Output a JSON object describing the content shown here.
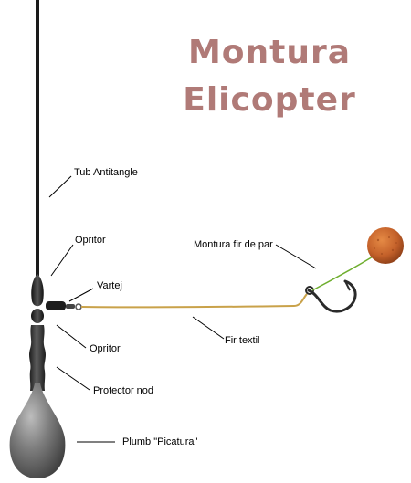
{
  "title": {
    "line1": "Montura",
    "line2": "Elicopter",
    "color": "#b07a77"
  },
  "labels": {
    "tub_antitangle": "Tub Antitangle",
    "opritor_top": "Opritor",
    "vartej": "Vartej",
    "opritor_bottom": "Opritor",
    "protector_nod": "Protector nod",
    "plumb": "Plumb \"Picatura\"",
    "montura_fir_de_par": "Montura fir de par",
    "fir_textil": "Fir textil"
  },
  "colors": {
    "tube": "#1a1a1a",
    "lead": "#7a7a7a",
    "protector": "#3a3a3a",
    "braid": "#c9a24a",
    "hair": "#6fae2f",
    "boilie": "#c8662a",
    "hook": "#2a2a2a",
    "leader_line": "#000000"
  }
}
